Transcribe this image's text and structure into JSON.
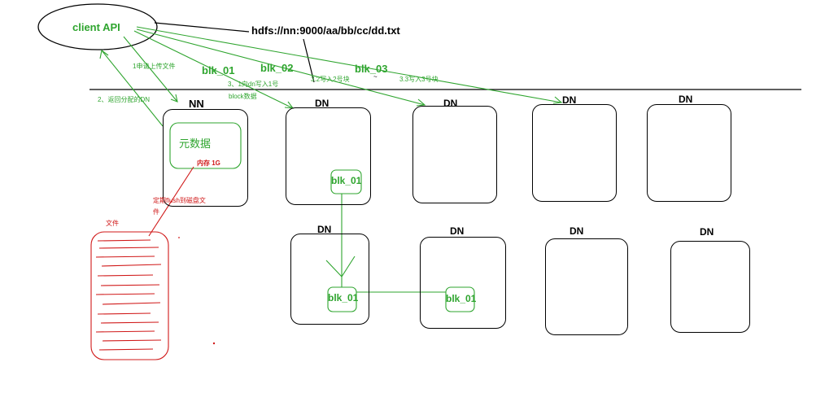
{
  "client": {
    "label": "client API"
  },
  "path": {
    "text": "hdfs://nn:9000/aa/bb/cc/dd.txt"
  },
  "blocks": {
    "b1": "blk_01",
    "b2": "blk_02",
    "b3": "blk_03"
  },
  "steps": {
    "s1": "1申请上传文件",
    "s2": "2、返回分配的DN",
    "s3a": "3、1向dn写入1号",
    "s3b": "block数据",
    "s32": "3.2写入2号块",
    "s33": "3.3写入3号块",
    "tick": "~"
  },
  "namenode": {
    "title": "NN",
    "meta": "元数据",
    "mem": "内存   1G"
  },
  "flush": {
    "line1": "定期flush到磁盘文",
    "line2": "件"
  },
  "file": {
    "label": "文件"
  },
  "datanodes": {
    "label": "DN"
  },
  "replicas": {
    "r1": "blk_01",
    "r2": "blk_01",
    "r3": "blk_01"
  },
  "colors": {
    "green": "#2fa52f",
    "red": "#d01818",
    "black": "#000000"
  }
}
